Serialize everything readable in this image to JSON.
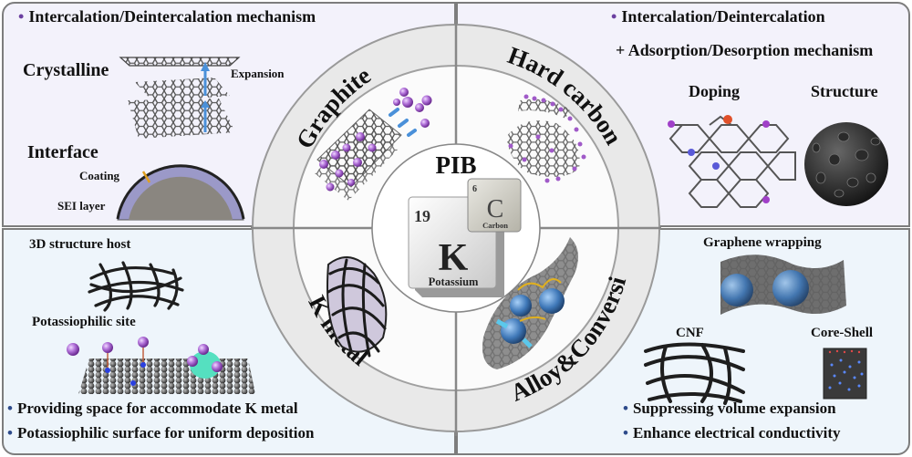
{
  "center": {
    "title": "PIB",
    "element_main": {
      "number": "19",
      "symbol": "K",
      "name": "Potassium"
    },
    "element_secondary": {
      "number": "6",
      "symbol": "C",
      "name": "Carbon"
    }
  },
  "ring": {
    "quadrants": [
      {
        "label": "Graphite",
        "position": "top-left"
      },
      {
        "label": "Hard carbon",
        "position": "top-right"
      },
      {
        "label": "K metal",
        "position": "bottom-left"
      },
      {
        "label": "Alloy&Conversion",
        "position": "bottom-right"
      }
    ]
  },
  "panels": {
    "graphite": {
      "mechanism": "Intercalation/Deintercalation mechanism",
      "crystalline_label": "Crystalline",
      "expansion_label": "Expansion",
      "interface_label": "Interface",
      "coating_label": "Coating",
      "sei_label": "SEI layer"
    },
    "hard_carbon": {
      "mechanism_line1": "Intercalation/Deintercalation",
      "mechanism_line2": "+ Adsorption/Desorption mechanism",
      "doping_label": "Doping",
      "structure_label": "Structure"
    },
    "k_metal": {
      "host_label": "3D structure host",
      "site_label": "Potassiophilic site",
      "bullets": [
        "Providing space for accommodate K metal",
        "Potassiophilic surface for uniform deposition"
      ]
    },
    "alloy": {
      "wrapping_label": "Graphene wrapping",
      "cnf_label": "CNF",
      "coreshell_label": "Core-Shell",
      "bullets": [
        "Suppressing volume expansion",
        "Enhance electrical conductivity"
      ]
    }
  },
  "colors": {
    "bullet_purple": "#6b3fa0",
    "bullet_blue": "#2d4a8a",
    "potassium_atom": "#a05ac8",
    "arrow_blue": "#4a90d9",
    "top_panel_bg": "#f3f2fb",
    "bottom_panel_bg": "#eef5fb"
  }
}
